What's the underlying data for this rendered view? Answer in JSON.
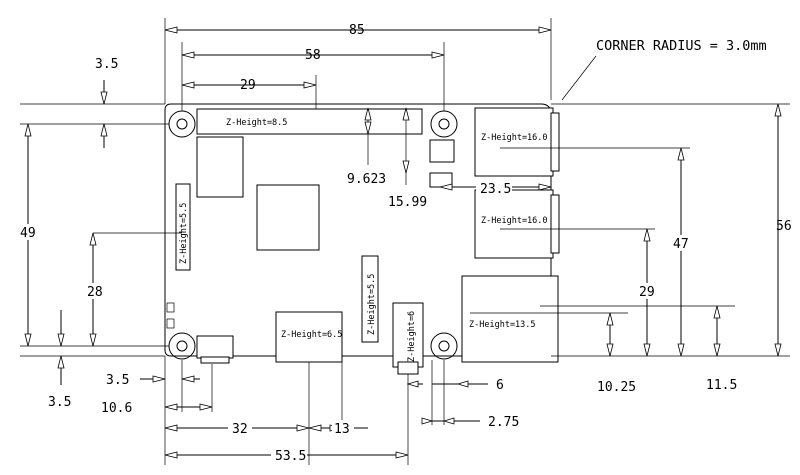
{
  "note": "CORNER RADIUS = 3.0mm",
  "top_dims": {
    "overall": "85",
    "hole_span": "58",
    "hole_offset": "29"
  },
  "left_dims": {
    "hole_inset_top": "3.5",
    "height_between_holes": "49",
    "gpio_center": "28",
    "hole_inset_bottom": "3.5"
  },
  "right_dims": {
    "overall_height": "56",
    "usb_upper": "47",
    "usb_lower": "29",
    "ethernet": "10.25",
    "ethernet_alt": "11.5",
    "usb_x": "23.5"
  },
  "center_dims": {
    "chip_a": "9.623",
    "chip_b": "15.99"
  },
  "bottom_dims": {
    "power": "3.5",
    "power_width": "10.6",
    "hdmi": "32",
    "hdmi_w": "13",
    "audio": "53.5",
    "audio_w": "6",
    "audio_offset": "2.75"
  },
  "z_heights": {
    "gpio_header": "Z-Height=8.5",
    "usb_top": "Z-Height=16.0",
    "usb_bottom": "Z-Height=16.0",
    "display_conn": "Z-Height=5.5",
    "camera_conn": "Z-Height=5.5",
    "hdmi": "Z-Height=6.5",
    "audio": "Z-Height=6",
    "ethernet": "Z-Height=13.5"
  }
}
